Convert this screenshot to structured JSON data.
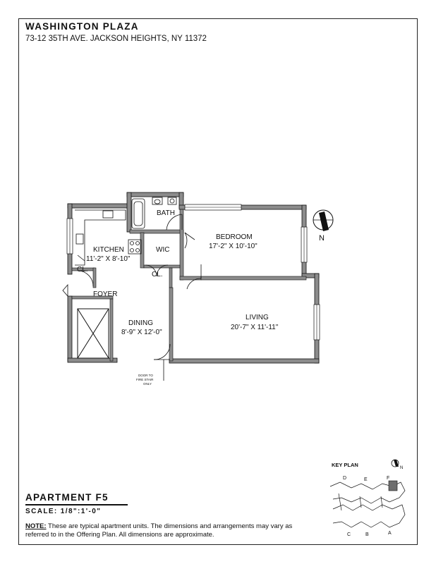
{
  "header": {
    "title": "WASHINGTON PLAZA",
    "address": "73-12 35TH AVE. JACKSON HEIGHTS, NY 11372"
  },
  "rooms": {
    "bath": "BATH",
    "bedroom": "BEDROOM",
    "bedroom_dim": "17'-2\" X 10'-10\"",
    "kitchen": "KITCHEN",
    "kitchen_dim": "11'-2\" X 8'-10\"",
    "wic": "WIC",
    "closet_1": "CL.",
    "closet_2": "CL.",
    "foyer": "FOYER",
    "dining": "DINING",
    "dining_dim": "8'-9\" X 12'-0\"",
    "living": "LIVING",
    "living_dim": "20'-7\" X 11'-11\"",
    "stair_door_1": "DOOR TO",
    "stair_door_2": "FIRE STAIR",
    "stair_door_3": "ONLY"
  },
  "compass": {
    "north": "N"
  },
  "key_plan": {
    "title": "KEY PLAN",
    "north": "N",
    "units_top": [
      "D",
      "E",
      "F"
    ],
    "units_bottom": [
      "C",
      "B",
      "A"
    ],
    "highlighted_unit": "F"
  },
  "footer": {
    "apartment": "APARTMENT F5",
    "scale": "SCALE: 1/8\":1'-0\"",
    "note_label": "NOTE:",
    "note_text": " These are typical apartment units.  The dimensions and arrangements may vary as referred to in the Offering Plan.  All dimensions are approximate."
  },
  "colors": {
    "wall": "#8c8c8c",
    "line": "#111111",
    "highlight": "#6e6e6e"
  }
}
